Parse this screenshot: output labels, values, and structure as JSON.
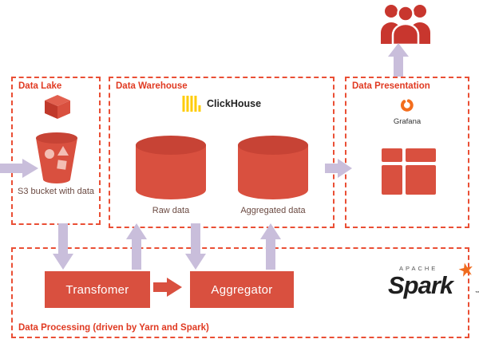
{
  "colors": {
    "accent_red": "#d9503f",
    "dashed_border_red": "#ea4f35",
    "title_red": "#e03a22",
    "arrow_lavender": "#c9bedb",
    "clickhouse_yellow": "#ffcc00",
    "spark_orange": "#ef6b1e",
    "grafana_orange": "#f36d1d"
  },
  "boxes": {
    "data_lake": {
      "label": "Data Lake"
    },
    "data_warehouse": {
      "label": "Data Warehouse"
    },
    "data_presentation": {
      "label": "Data Presentation"
    },
    "data_processing": {
      "label": "Data Processing (driven by Yarn and Spark)"
    }
  },
  "nodes": {
    "s3": {
      "caption": "S3 bucket with data"
    },
    "raw": {
      "caption": "Raw data"
    },
    "aggregated": {
      "caption": "Aggregated data"
    },
    "transformer": {
      "label": "Transfomer"
    },
    "aggregator": {
      "label": "Aggregator"
    }
  },
  "logos": {
    "clickhouse": {
      "label": "ClickHouse"
    },
    "grafana": {
      "label": "Grafana"
    },
    "spark": {
      "eyebrow": "APACHE",
      "label": "Spark",
      "tm": "™"
    }
  }
}
